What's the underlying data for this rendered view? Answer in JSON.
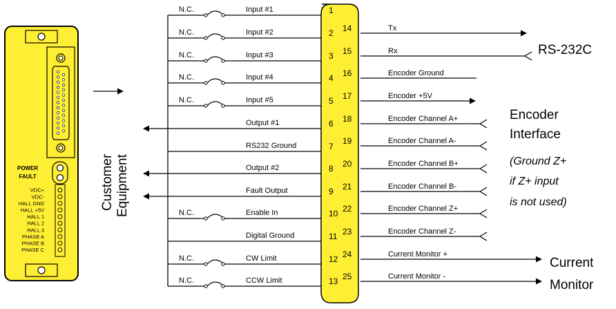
{
  "controller": {
    "led_label_1": "POWER",
    "led_label_2": "FAULT",
    "terminals": [
      "VDC+",
      "VDC-",
      "HALL GND",
      "HALL +5V",
      "HALL 1",
      "HALL 2",
      "HALL 3",
      "PHASE A",
      "PHASE B",
      "PHASE C"
    ]
  },
  "side_label": {
    "line1": "Customer",
    "line2": "Equipment"
  },
  "left_pins": [
    {
      "pin": "1",
      "label": "Input #1",
      "nc": "N.C."
    },
    {
      "pin": "2",
      "label": "Input #2",
      "nc": "N.C."
    },
    {
      "pin": "3",
      "label": "Input #3",
      "nc": "N.C."
    },
    {
      "pin": "4",
      "label": "Input #4",
      "nc": "N.C."
    },
    {
      "pin": "5",
      "label": "Input #5",
      "nc": "N.C."
    },
    {
      "pin": "6",
      "label": "Output #1",
      "nc": ""
    },
    {
      "pin": "7",
      "label": "RS232 Ground",
      "nc": ""
    },
    {
      "pin": "8",
      "label": "Output #2",
      "nc": ""
    },
    {
      "pin": "9",
      "label": "Fault Output",
      "nc": ""
    },
    {
      "pin": "10",
      "label": "Enable In",
      "nc": "N.C."
    },
    {
      "pin": "11",
      "label": "Digital Ground",
      "nc": ""
    },
    {
      "pin": "12",
      "label": "CW Limit",
      "nc": "N.C."
    },
    {
      "pin": "13",
      "label": "CCW Limit",
      "nc": "N.C."
    }
  ],
  "right_pins": [
    {
      "pin": "14",
      "label": "Tx"
    },
    {
      "pin": "15",
      "label": "Rx"
    },
    {
      "pin": "16",
      "label": "Encoder Ground"
    },
    {
      "pin": "17",
      "label": "Encoder +5V"
    },
    {
      "pin": "18",
      "label": "Encoder Channel A+"
    },
    {
      "pin": "19",
      "label": "Encoder Channel A-"
    },
    {
      "pin": "20",
      "label": "Encoder Channel B+"
    },
    {
      "pin": "21",
      "label": "Encoder Channel B-"
    },
    {
      "pin": "22",
      "label": "Encoder Channel Z+"
    },
    {
      "pin": "23",
      "label": "Encoder Channel Z-"
    },
    {
      "pin": "24",
      "label": "Current Monitor +"
    },
    {
      "pin": "25",
      "label": "Current Monitor -"
    }
  ],
  "group_labels": {
    "rs232": "RS-232C",
    "encoder_1": "Encoder",
    "encoder_2": "Interface",
    "encoder_note_1": "(Ground Z+",
    "encoder_note_2": "if Z+ input",
    "encoder_note_3": "is not used)",
    "current_1": "Current",
    "current_2": "Monitor"
  },
  "colors": {
    "connector_fill": "#ffef34",
    "outline": "#000000",
    "wire": "#000000"
  }
}
